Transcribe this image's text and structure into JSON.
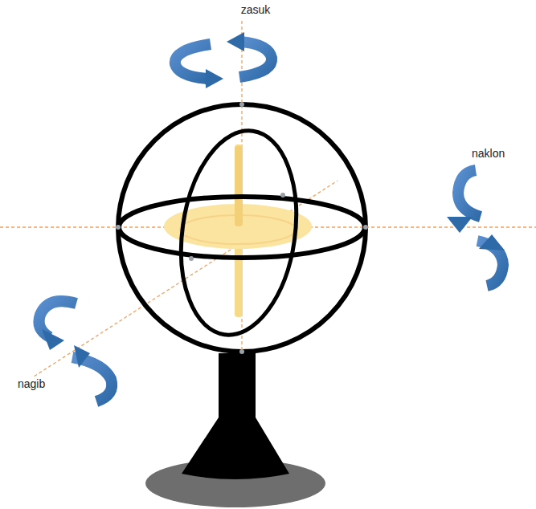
{
  "diagram": {
    "labels": [
      "zasuk",
      "naklon",
      "nagib"
    ]
  }
}
